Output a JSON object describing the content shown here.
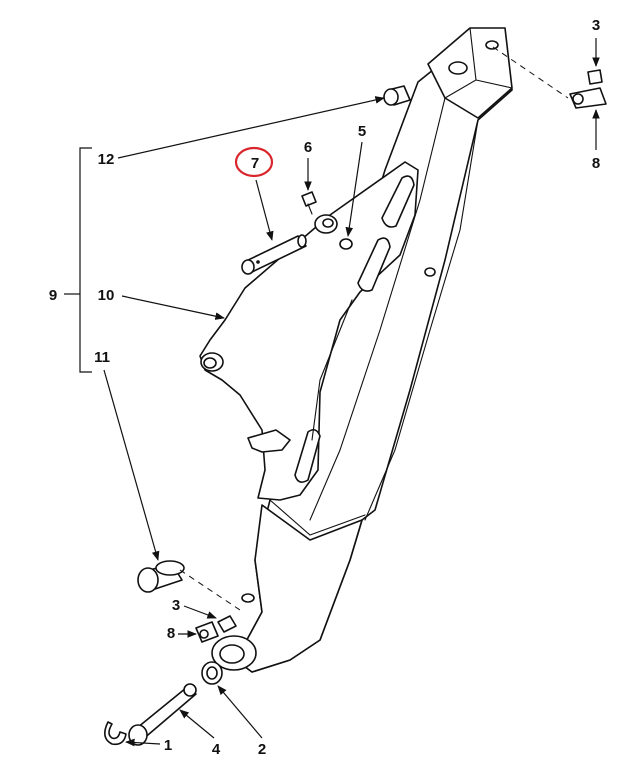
{
  "diagram": {
    "callouts": {
      "c1": "1",
      "c2": "2",
      "c3_top": "3",
      "c3_bottom": "3",
      "c4": "4",
      "c5": "5",
      "c6": "6",
      "c7": "7",
      "c8_top": "8",
      "c8_bottom": "8",
      "c9": "9",
      "c10": "10",
      "c11": "11",
      "c12": "12"
    },
    "highlighted_callout": "7",
    "colors": {
      "line": "#111111",
      "highlight_ring": "#d9262c",
      "background": "#ffffff"
    }
  }
}
